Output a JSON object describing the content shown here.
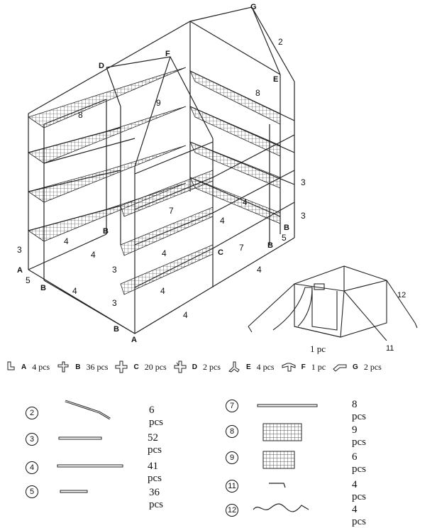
{
  "frame_labels": {
    "A1": "A",
    "A2": "A",
    "B1": "B",
    "B2": "B",
    "B3": "B",
    "B4": "B",
    "B5": "B",
    "C": "C",
    "D": "D",
    "E": "E",
    "F": "F",
    "G": "G"
  },
  "frame_numbers": {
    "n2": "2",
    "n8a": "8",
    "n8b": "8",
    "n9": "9",
    "n7a": "7",
    "n7b": "7",
    "n4a": "4",
    "n4b": "4",
    "n4c": "4",
    "n4d": "4",
    "n4e": "4",
    "n4f": "4",
    "n4g": "4",
    "n4h": "4",
    "n4i": "4",
    "n3a": "3",
    "n3b": "3",
    "n3c": "3",
    "n3d": "3",
    "n3e": "3",
    "n5a": "5",
    "n5b": "5"
  },
  "tent": {
    "qty": "1 pc",
    "label_11": "11",
    "label_12": "12"
  },
  "connectors": [
    {
      "letter": "A",
      "qty": "4 pcs",
      "icon": "connector-a-icon"
    },
    {
      "letter": "B",
      "qty": "36 pcs",
      "icon": "connector-b-icon"
    },
    {
      "letter": "C",
      "qty": "20 pcs",
      "icon": "connector-c-icon"
    },
    {
      "letter": "D",
      "qty": "2 pcs",
      "icon": "connector-d-icon"
    },
    {
      "letter": "E",
      "qty": "4 pcs",
      "icon": "connector-e-icon"
    },
    {
      "letter": "F",
      "qty": "1 pc",
      "icon": "connector-f-icon"
    },
    {
      "letter": "G",
      "qty": "2 pcs",
      "icon": "connector-g-icon"
    }
  ],
  "parts": [
    {
      "num": "2",
      "qty": "6 pcs",
      "icon": "bent-pole-icon"
    },
    {
      "num": "3",
      "qty": "52 pcs",
      "icon": "medium-pole-icon"
    },
    {
      "num": "4",
      "qty": "41 pcs",
      "icon": "long-pole-icon"
    },
    {
      "num": "5",
      "qty": "36 pcs",
      "icon": "short-pole-icon"
    },
    {
      "num": "7",
      "qty": "8 pcs",
      "icon": "shelf-bar-icon"
    },
    {
      "num": "8",
      "qty": "9 pcs",
      "icon": "large-mesh-shelf-icon"
    },
    {
      "num": "9",
      "qty": "6 pcs",
      "icon": "small-mesh-shelf-icon"
    },
    {
      "num": "11",
      "qty": "4 pcs",
      "icon": "hook-icon"
    },
    {
      "num": "12",
      "qty": "4 pcs",
      "icon": "guy-rope-icon"
    }
  ]
}
